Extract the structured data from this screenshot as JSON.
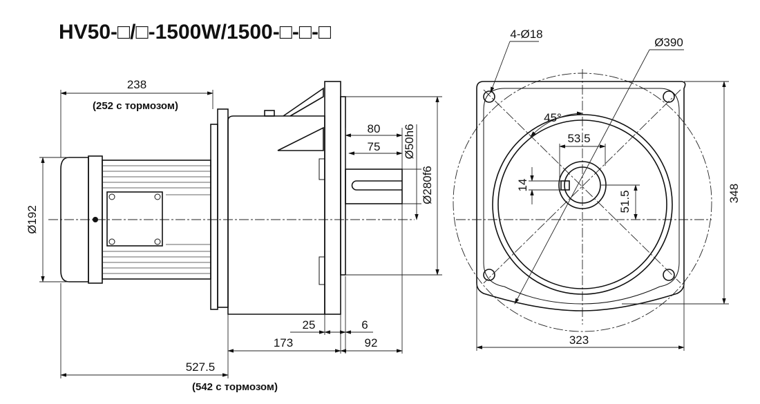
{
  "title": "HV50-□/□-1500W/1500-□-□-□",
  "side_view": {
    "dim_motor_length": "238",
    "dim_motor_length_brake": "(252 с тормозом)",
    "dim_motor_diameter": "Ø192",
    "dim_shaft_80": "80",
    "dim_shaft_75": "75",
    "dim_shaft_diameter": "Ø50h6",
    "dim_pilot_diameter": "Ø280f6",
    "dim_25": "25",
    "dim_6": "6",
    "dim_173": "173",
    "dim_92": "92",
    "dim_total": "527.5",
    "dim_total_brake": "(542 с тормозом)"
  },
  "front_view": {
    "dim_holes": "4-Ø18",
    "dim_pcd": "Ø390",
    "dim_angle": "45°",
    "dim_key_height": "53.5",
    "dim_key_width": "14",
    "dim_shaft_offset": "51.5",
    "dim_height": "348",
    "dim_width": "323"
  }
}
